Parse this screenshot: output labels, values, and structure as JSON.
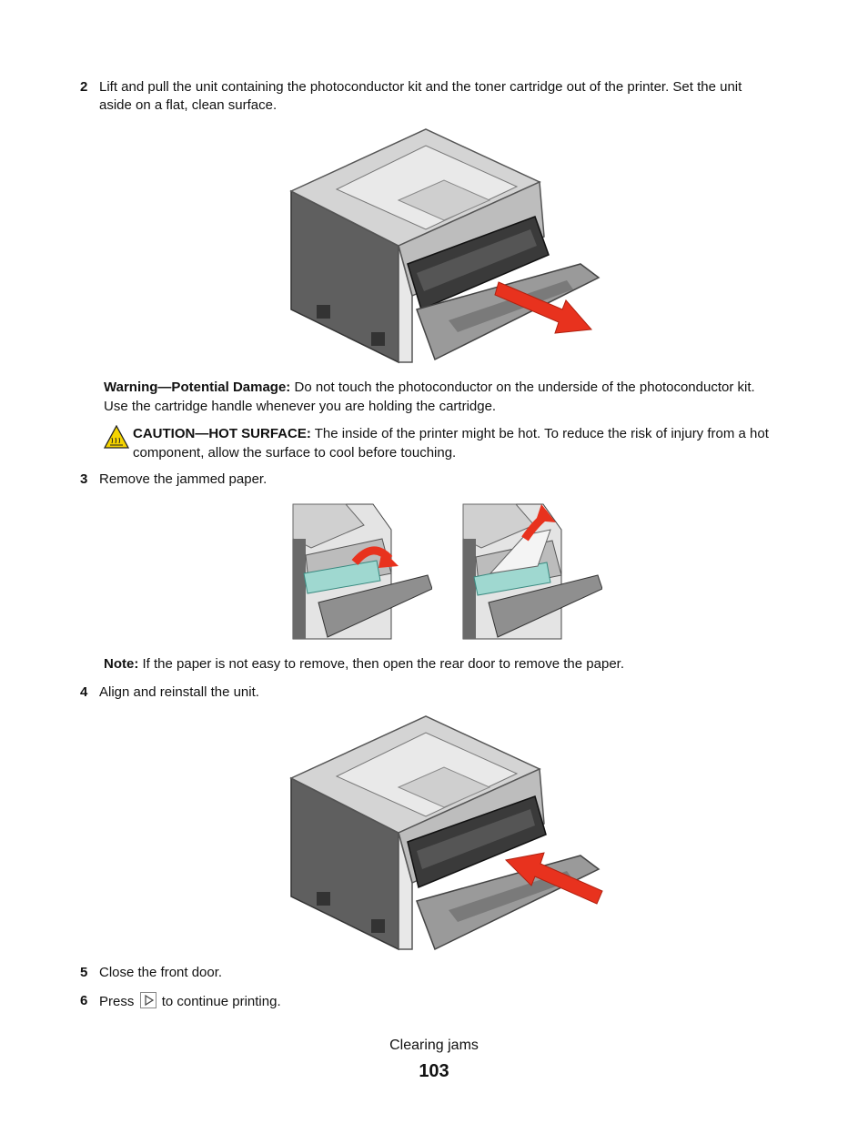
{
  "steps": {
    "s2": {
      "num": "2",
      "text_line1": "Lift and pull the unit containing the photoconductor kit and the toner cartridge out of the printer. Set the unit",
      "text_line2": "aside on a flat, clean surface."
    },
    "s3": {
      "num": "3",
      "text": "Remove the jammed paper."
    },
    "s4": {
      "num": "4",
      "text": "Align and reinstall the unit."
    },
    "s5": {
      "num": "5",
      "text": "Close the front door."
    },
    "s6": {
      "num": "6",
      "text_before": "Press",
      "text_after": "to continue printing."
    }
  },
  "warning": {
    "label": "Warning—Potential Damage:",
    "text_line1": "Do not touch the photoconductor on the underside of the photoconductor kit.",
    "text_line2": "Use the cartridge handle whenever you are holding the cartridge."
  },
  "caution": {
    "label": "CAUTION—HOT SURFACE:",
    "text_line1": "The inside of the printer might be hot. To reduce the risk of injury from a hot",
    "text_line2": "component, allow the surface to cool before touching."
  },
  "note": {
    "label": "Note:",
    "text": "If the paper is not easy to remove, then open the rear door to remove the paper."
  },
  "footer": {
    "section": "Clearing jams",
    "page": "103"
  },
  "colors": {
    "arrow_red": "#e8321e",
    "printer_dark": "#5a5a5a",
    "printer_light": "#d9d9d9",
    "paper_cyan": "#9fd8d0",
    "caution_yellow": "#f5d400"
  }
}
